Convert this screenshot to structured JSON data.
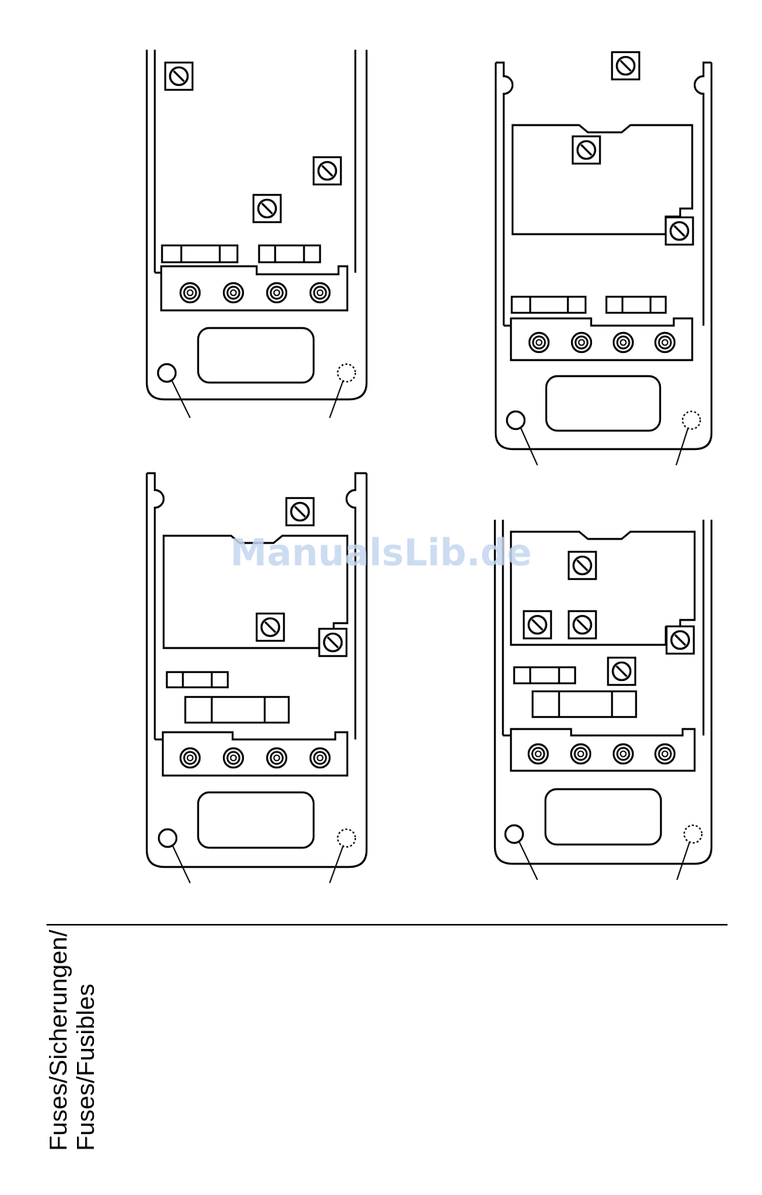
{
  "watermark": {
    "text": "ManualsLib.de",
    "color": "#c4d7ef"
  },
  "caption": {
    "line1": "Fuses/Sicherungen/",
    "line2": "Fuses/Fusibles"
  },
  "colors": {
    "ink": "#000000",
    "paper": "#ffffff"
  },
  "panels": [
    {
      "id": "top-left",
      "fuse_rows": 1,
      "adjust_screws": 3,
      "terminals": 4
    },
    {
      "id": "top-right",
      "fuse_rows": 1,
      "adjust_screws": 3,
      "terminals": 4
    },
    {
      "id": "bottom-left",
      "fuse_rows": 2,
      "adjust_screws": 3,
      "terminals": 4
    },
    {
      "id": "bottom-right",
      "fuse_rows": 2,
      "adjust_screws": 5,
      "terminals": 4
    }
  ]
}
